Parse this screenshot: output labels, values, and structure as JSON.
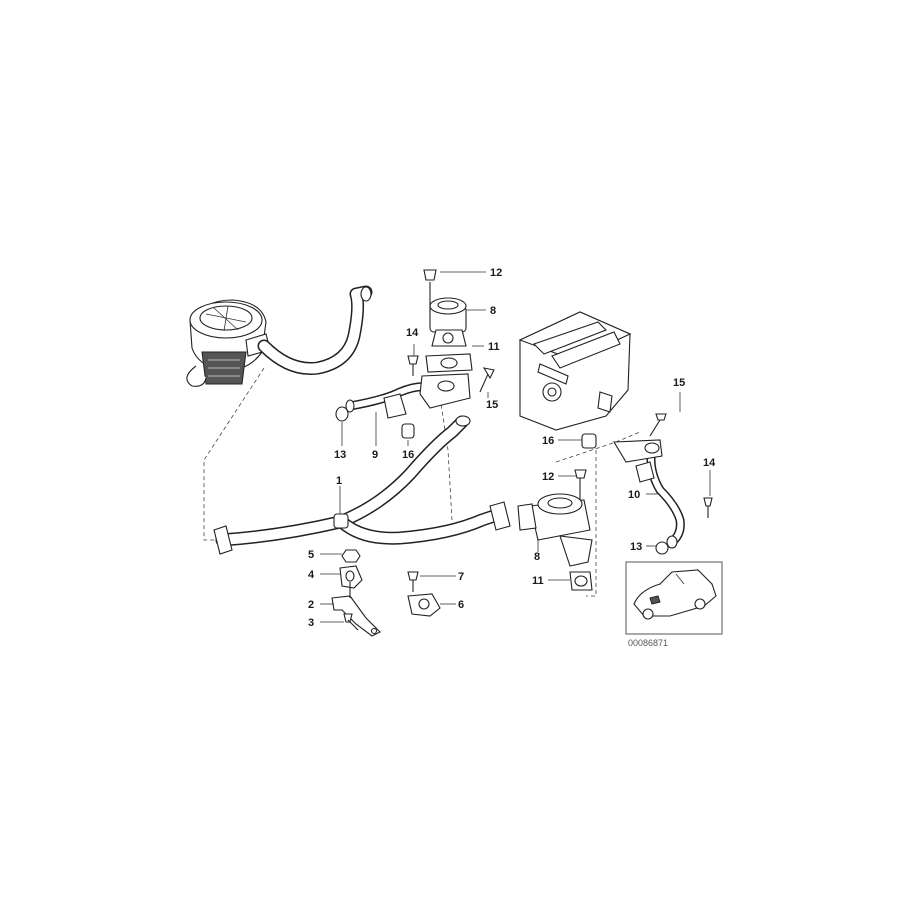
{
  "diagram": {
    "reference_number": "00086871",
    "callouts": {
      "c1": "1",
      "c2": "2",
      "c3": "3",
      "c4": "4",
      "c5": "5",
      "c6": "6",
      "c7": "7",
      "c8a": "8",
      "c8b": "8",
      "c9": "9",
      "c10": "10",
      "c11a": "11",
      "c11b": "11",
      "c12a": "12",
      "c12b": "12",
      "c13a": "13",
      "c13b": "13",
      "c14a": "14",
      "c14b": "14",
      "c15a": "15",
      "c15b": "15",
      "c16a": "16",
      "c16b": "16"
    }
  }
}
